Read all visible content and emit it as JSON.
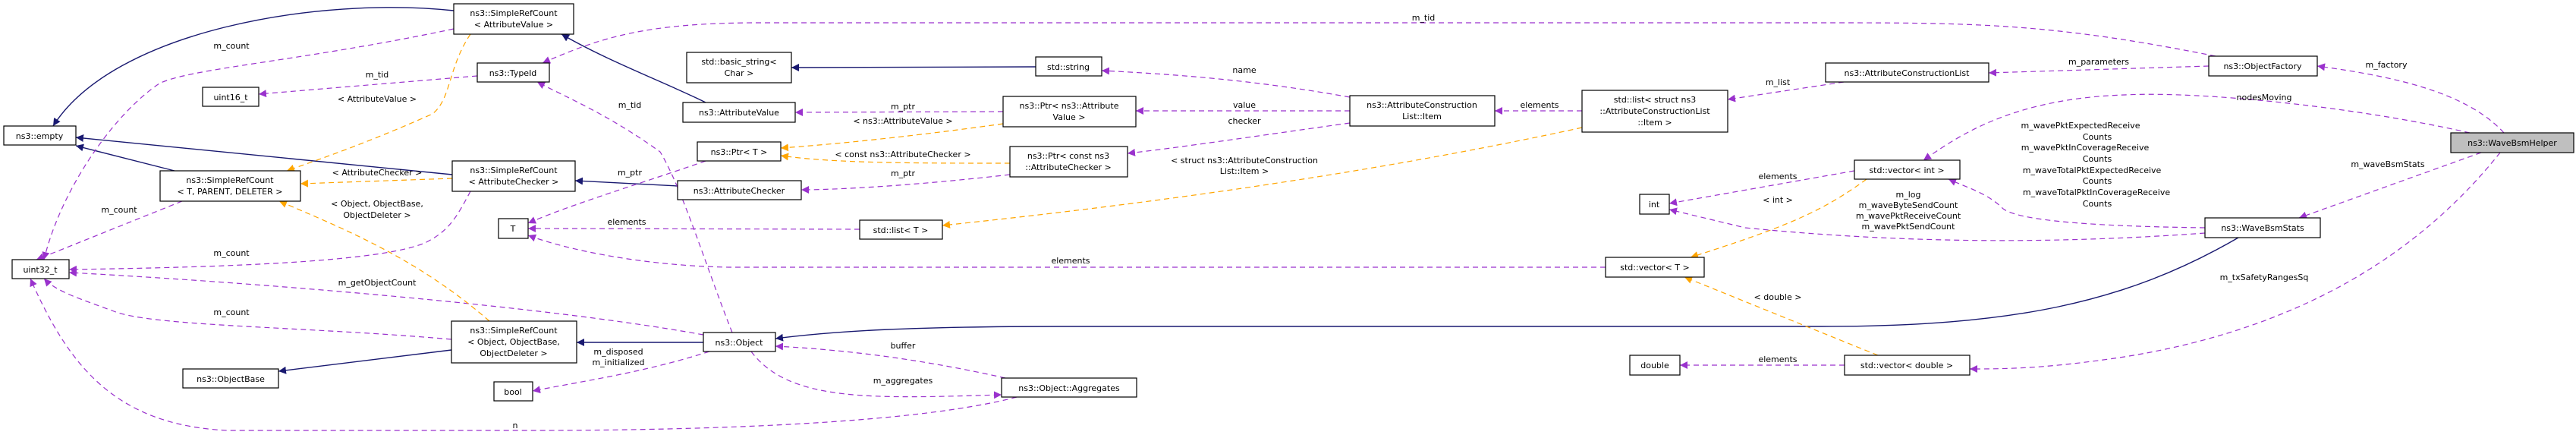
{
  "colors": {
    "inheritance": "#191970",
    "usage": "#9a32cd",
    "template": "#ffa500",
    "focus_fill": "#bfbfbf"
  },
  "nodes": {
    "srcAV": [
      "ns3::SimpleRefCount",
      "< AttributeValue >"
    ],
    "typeid": [
      "ns3::TypeId"
    ],
    "uint16": [
      "uint16_t"
    ],
    "empty": [
      "ns3::empty"
    ],
    "srcT": [
      "ns3::SimpleRefCount",
      "< T, PARENT, DELETER >"
    ],
    "srcAC": [
      "ns3::SimpleRefCount",
      "< AttributeChecker >"
    ],
    "T": [
      "T"
    ],
    "uint32": [
      "uint32_t"
    ],
    "srcObj": [
      "ns3::SimpleRefCount",
      "< Object, ObjectBase,",
      "ObjectDeleter >"
    ],
    "objbase": [
      "ns3::ObjectBase"
    ],
    "bool": [
      "bool"
    ],
    "basicstr": [
      "std::basic_string<",
      "Char >"
    ],
    "stdstring": [
      "std::string"
    ],
    "attrval": [
      "ns3::AttributeValue"
    ],
    "ptrAV": [
      "ns3::Ptr< ns3::Attribute",
      "Value >"
    ],
    "ptrT": [
      "ns3::Ptr< T >"
    ],
    "ptrAC": [
      "ns3::Ptr< const ns3",
      "::AttributeChecker >"
    ],
    "attrchk": [
      "ns3::AttributeChecker"
    ],
    "listT": [
      "std::list< T >"
    ],
    "object": [
      "ns3::Object"
    ],
    "aggr": [
      "ns3::Object::Aggregates"
    ],
    "aclitem": [
      "ns3::AttributeConstruction",
      "List::Item"
    ],
    "liststruct": [
      "std::list< struct ns3",
      "::AttributeConstructionList",
      "::Item >"
    ],
    "acl": [
      "ns3::AttributeConstructionList"
    ],
    "vecint": [
      "std::vector< int >"
    ],
    "int": [
      "int"
    ],
    "vecT": [
      "std::vector< T >"
    ],
    "double": [
      "double"
    ],
    "vecdouble": [
      "std::vector< double >"
    ],
    "objfactory": [
      "ns3::ObjectFactory"
    ],
    "wbstats": [
      "ns3::WaveBsmStats"
    ],
    "helper": [
      "ns3::WaveBsmHelper"
    ]
  },
  "edges": {
    "srcAV_uint32": [
      "m_count"
    ],
    "typeid_uint16": [
      "m_tid"
    ],
    "srcAV_srcT": [
      "< AttributeValue >"
    ],
    "srcAC_srcT": [
      "< AttributeChecker >"
    ],
    "srcObj_srcT": [
      "< Object, ObjectBase,",
      "ObjectDeleter >"
    ],
    "srcT_uint32": [
      "m_count"
    ],
    "object_typeid": [
      "m_tid"
    ],
    "ptrT_T": [
      "m_ptr"
    ],
    "listT_T": [
      "elements"
    ],
    "srcAC_uint32": [
      "m_count"
    ],
    "object_uint32": [
      "m_getObjectCount"
    ],
    "srcObj_uint32": [
      "m_count"
    ],
    "object_bool": [
      "m_disposed",
      "m_initialized"
    ],
    "aggr_uint32": [
      "n"
    ],
    "aclitem_string": [
      "name"
    ],
    "ptrAV_attrval": [
      "m_ptr"
    ],
    "ptrAV_ptrT": [
      "< ns3::AttributeValue >"
    ],
    "aclitem_ptrAV": [
      "value"
    ],
    "aclitem_ptrAC": [
      "checker"
    ],
    "ptrAC_ptrT": [
      "< const ns3::AttributeChecker >"
    ],
    "ptrAC_attrchk": [
      "m_ptr"
    ],
    "liststruct_listT": [
      "< struct ns3::AttributeConstruction",
      "List::Item >"
    ],
    "vecT_T": [
      "elements"
    ],
    "aggr_object": [
      "buffer"
    ],
    "object_aggr": [
      "m_aggregates"
    ],
    "factory_typeid": [
      "m_tid"
    ],
    "liststruct_aclitem": [
      "elements"
    ],
    "acl_liststruct": [
      "m_list"
    ],
    "vecint_int": [
      "elements"
    ],
    "vecint_vecT": [
      "< int >"
    ],
    "wbstats_int": [
      "m_log",
      "m_waveByteSendCount",
      "m_wavePktReceiveCount",
      "m_wavePktSendCount"
    ],
    "vecdouble_vecT": [
      "< double >"
    ],
    "vecdouble_double": [
      "elements"
    ],
    "factory_acl": [
      "m_parameters"
    ],
    "helper_factory": [
      "m_factory"
    ],
    "helper_vecint": [
      "nodesMoving"
    ],
    "wbstats_vecint": [
      "m_wavePktExpectedReceive",
      "Counts",
      "m_wavePktInCoverageReceive",
      "Counts",
      "m_waveTotalPktExpectedReceive",
      "Counts",
      "m_waveTotalPktInCoverageReceive",
      "Counts"
    ],
    "helper_wbstats": [
      "m_waveBsmStats"
    ],
    "helper_vecdouble": [
      "m_txSafetyRangesSq"
    ]
  }
}
